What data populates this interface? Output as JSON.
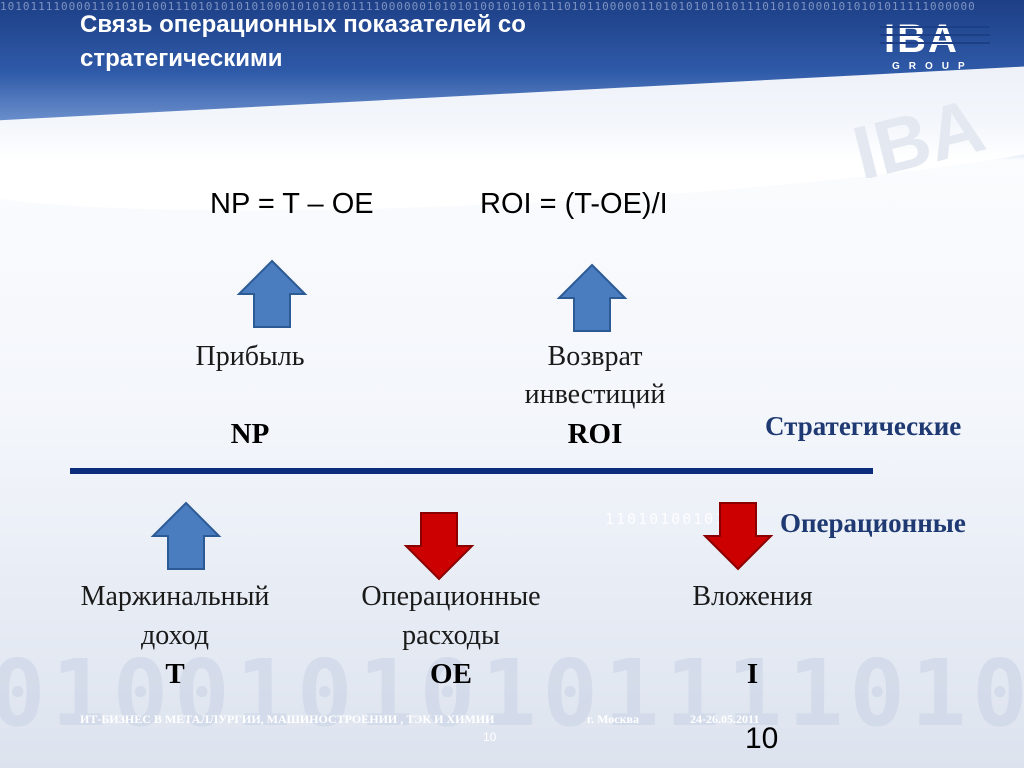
{
  "header": {
    "title": "Связь операционных показателей со стратегическими",
    "logo_text": "IBA",
    "logo_sub": "GROUP"
  },
  "formulas": {
    "np": "NP = T – OE",
    "roi": "ROI = (T-OE)/I"
  },
  "strategic": {
    "profit_label": "Прибыль",
    "profit_abbr": "NP",
    "roi_label_line1": "Возврат",
    "roi_label_line2": "инвестиций",
    "roi_abbr": "ROI"
  },
  "categories": {
    "strategic": "Стратегические",
    "operational": "Операционные"
  },
  "operational": {
    "margin_line1": "Маржинальный",
    "margin_line2": "доход",
    "margin_abbr": "T",
    "opex_line1": "Операционные",
    "opex_line2": "расходы",
    "opex_abbr": "OE",
    "invest_label": "Вложения",
    "invest_abbr": "I"
  },
  "footer": {
    "event": "ИТ-БИЗНЕС В МЕТАЛЛУРГИИ, МАШИНОСТРОЕНИИ , ТЭК И ХИМИИ",
    "city": "г. Москва",
    "dates": "24-26.05.2011",
    "small_page": "10",
    "page_number": "10"
  },
  "decor": {
    "binary_top": "10101111000011010101001110101010101000101010101111000000101010100101010111010110000011010101010101110101010001010101011111000000",
    "binary_mid": "1101010010110",
    "binary_bottom": "010010101011110101010"
  },
  "colors": {
    "header_blue": "#1d3f86",
    "up_arrow": "#4a7dc0",
    "down_arrow": "#cc0000",
    "divider": "#0b2c7a",
    "category_text": "#1f3a73"
  },
  "icons": {
    "up": "arrow-up-icon",
    "down": "arrow-down-icon"
  }
}
